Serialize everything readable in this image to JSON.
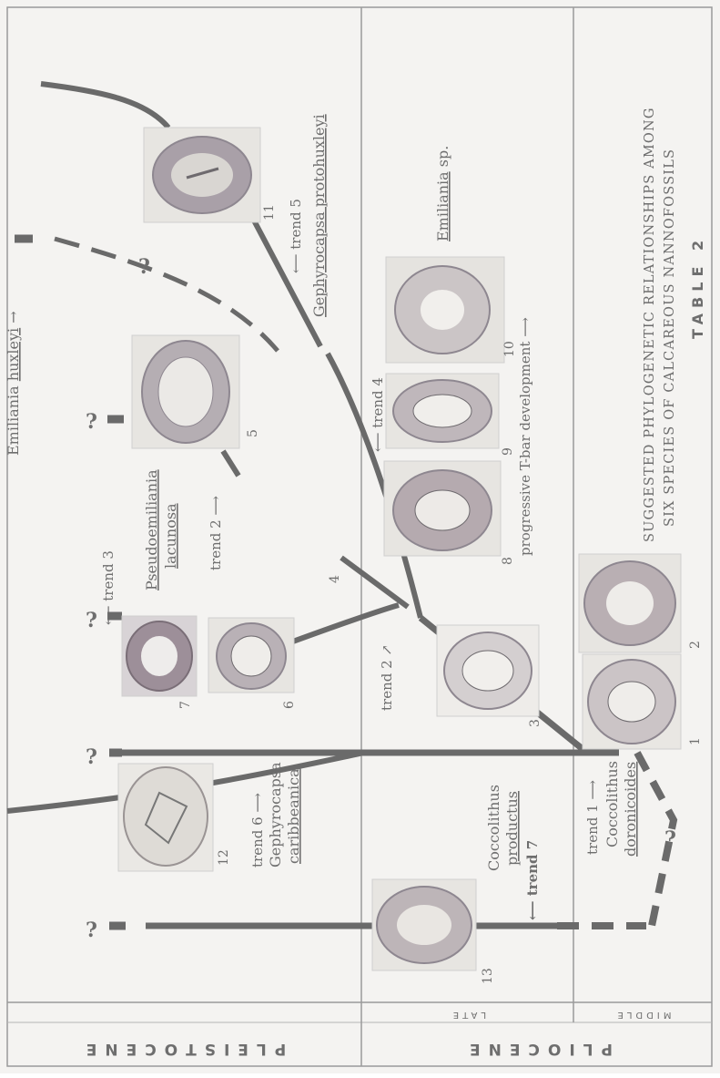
{
  "table": {
    "title": "SUGGESTED PHYLOGENETIC RELATIONSHIPS AMONG",
    "subtitle": "SIX SPECIES OF CALCAREOUS NANNOFOSSILS",
    "label": "TABLE 2"
  },
  "epochs": {
    "pleistocene": "PLEISTOCENE",
    "pliocene": "PLIOCENE",
    "late": "LATE",
    "middle": "MIDDLE"
  },
  "species": {
    "emiliania_huxleyi_genus": "Emiliania",
    "emiliania_huxleyi_species": "huxleyi",
    "gephyrocapsa_protohuxleyi": "Gephyrocapsa protohuxleyi",
    "emiliania_sp_genus": "Emiliania",
    "emiliania_sp_suffix": "sp.",
    "pseudoemiliania_1": "Pseudoemiliania",
    "pseudoemiliania_2": "lacunosa",
    "gephyrocapsa_carib_1": "Gephyrocapsa",
    "gephyrocapsa_carib_2": "caribbeanica",
    "coccolithus_productus_1": "Coccolithus",
    "coccolithus_productus_2": "productus",
    "coccolithus_doronicoides_1": "Coccolithus",
    "coccolithus_doronicoides_2": "doronicoides"
  },
  "trends": {
    "t1": "trend 1",
    "t2a": "trend 2",
    "t2b": "trend 2",
    "t3": "trend 3",
    "t4": "trend 4",
    "t5": "trend 5",
    "t6": "trend 6",
    "t7": "trend 7",
    "tbar": "progressive T-bar development"
  },
  "figure_numbers": {
    "f1": "1",
    "f2": "2",
    "f3": "3",
    "f4": "4",
    "f5": "5",
    "f6": "6",
    "f7": "7",
    "f8": "8",
    "f9": "9",
    "f10": "10",
    "f11": "11",
    "f12": "12",
    "f13": "13"
  },
  "marks": {
    "q": "?"
  },
  "colors": {
    "line": "#6a6a6a",
    "text": "#6e6e6e",
    "rule": "#9a9a9a"
  }
}
